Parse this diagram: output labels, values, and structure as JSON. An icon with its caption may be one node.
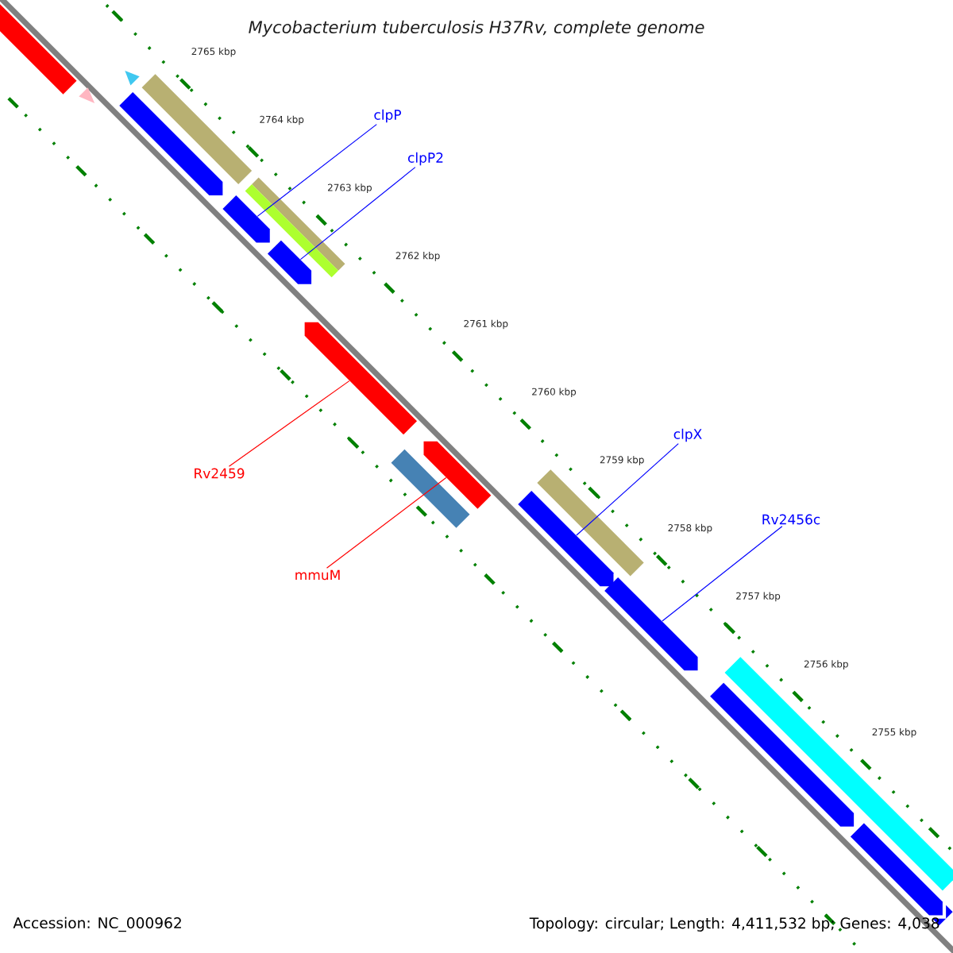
{
  "diagram": {
    "title": "Mycobacterium tuberculosis H37Rv, complete genome",
    "nodes": [
      {
        "text": [
          "clpP"
        ]
      },
      {
        "text": [
          "clpP2"
        ]
      },
      {
        "text": [
          "clpX"
        ]
      },
      {
        "text": [
          "Rv2456c"
        ]
      },
      {
        "text": [
          "Rv2459"
        ]
      },
      {
        "text": [
          "mmuM"
        ]
      },
      {
        "text": [],
        "shape": "bar"
      },
      {
        "text": [],
        "shape": "triangle"
      },
      {
        "text": [],
        "shape": "triangle"
      },
      {
        "text": [],
        "shape": "bar"
      },
      {
        "text": [],
        "shape": "bar"
      },
      {
        "text": [],
        "shape": "bar"
      },
      {
        "text": [],
        "shape": "bar"
      },
      {
        "text": [],
        "shape": "bar"
      },
      {
        "text": [],
        "shape": "bar"
      },
      {
        "text": [],
        "shape": "bar"
      },
      {
        "text": [],
        "shape": "bar"
      },
      {
        "text": [],
        "shape": "bar"
      },
      {
        "text": [],
        "shape": "bar"
      },
      {
        "text": [],
        "shape": "bar"
      },
      {
        "text": [],
        "shape": "bar"
      },
      {
        "text": [],
        "shape": "bar"
      },
      {
        "text": [],
        "shape": "bar"
      },
      {
        "text": [],
        "shape": "bar"
      },
      {
        "text": [],
        "shape": "bar"
      }
    ],
    "edges": [
      {
        "from": 0,
        "to": 11,
        "arrow": "none"
      },
      {
        "from": 1,
        "to": 14,
        "arrow": "none"
      },
      {
        "from": 2,
        "to": 19,
        "arrow": "none"
      },
      {
        "from": 3,
        "to": 20,
        "arrow": "none"
      },
      {
        "from": 4,
        "to": 15,
        "arrow": "none",
        "color": "#ff0000"
      },
      {
        "from": 5,
        "to": 17,
        "arrow": "none",
        "color": "#ff0000"
      }
    ],
    "labels": [
      "2765 kbp",
      "2764 kbp",
      "2763 kbp",
      "2762 kbp",
      "2761 kbp",
      "2760 kbp",
      "2759 kbp",
      "2758 kbp",
      "2757 kbp",
      "2756 kbp",
      "2755 kbp",
      "Accession: NC_000962",
      "Topology: circular; Length: 4,411,532 bp; Genes: 4,038"
    ]
  }
}
